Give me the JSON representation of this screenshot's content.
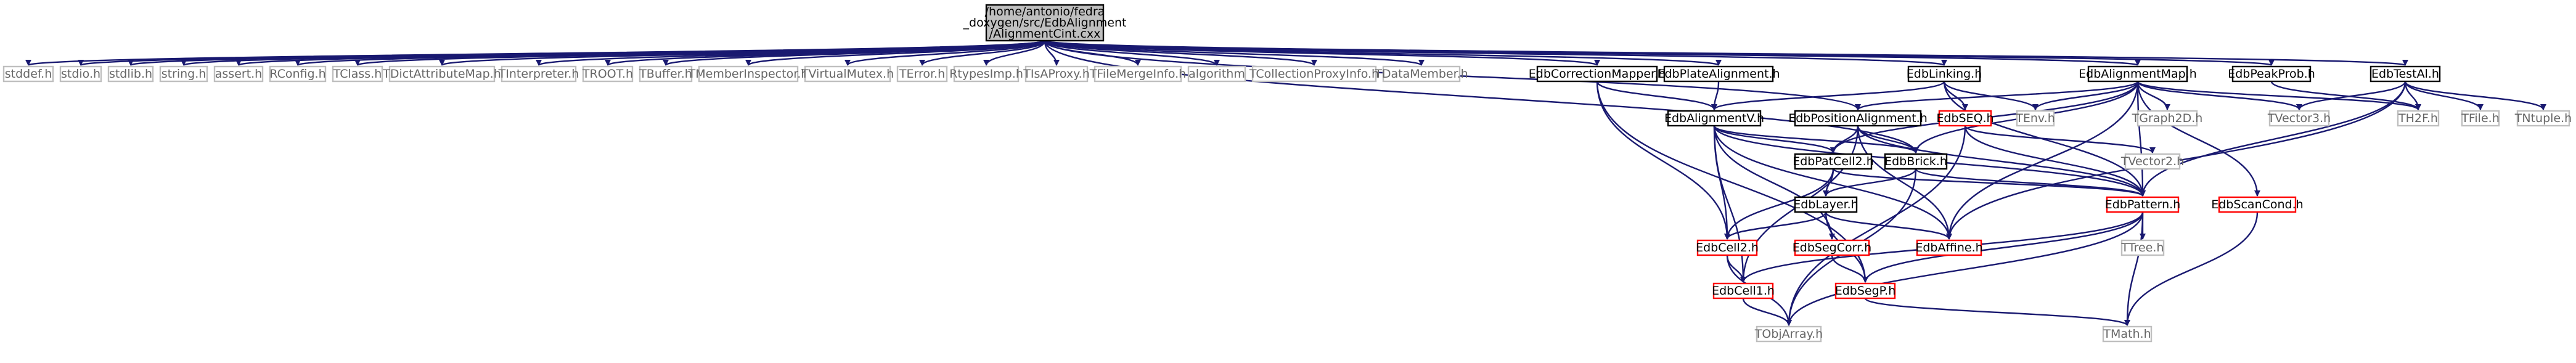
{
  "colors": {
    "edge": "#191970",
    "root_fill": "#bfbfbf",
    "root_border": "#000000",
    "node_fill": "#ffffff",
    "doc_border": "#000000",
    "ext_border": "#bfbfbf",
    "ext_text": "#666666",
    "truncated_border": "#ff0000",
    "text": "#000000"
  },
  "nodes": [
    {
      "id": "root",
      "kind": "root",
      "lines": [
        "/home/antonio/fedra",
        "_doxygen/src/EdbAlignment",
        "/AlignmentCint.cxx"
      ]
    },
    {
      "id": "stddef",
      "kind": "ext",
      "lines": [
        "stddef.h"
      ]
    },
    {
      "id": "stdio",
      "kind": "ext",
      "lines": [
        "stdio.h"
      ]
    },
    {
      "id": "stdlib",
      "kind": "ext",
      "lines": [
        "stdlib.h"
      ]
    },
    {
      "id": "string",
      "kind": "ext",
      "lines": [
        "string.h"
      ]
    },
    {
      "id": "assert",
      "kind": "ext",
      "lines": [
        "assert.h"
      ]
    },
    {
      "id": "RConfig",
      "kind": "ext",
      "lines": [
        "RConfig.h"
      ]
    },
    {
      "id": "TClass",
      "kind": "ext",
      "lines": [
        "TClass.h"
      ]
    },
    {
      "id": "TDictAttributeMap",
      "kind": "ext",
      "lines": [
        "TDictAttributeMap.h"
      ]
    },
    {
      "id": "TInterpreter",
      "kind": "ext",
      "lines": [
        "TInterpreter.h"
      ]
    },
    {
      "id": "TROOT",
      "kind": "ext",
      "lines": [
        "TROOT.h"
      ]
    },
    {
      "id": "TBuffer",
      "kind": "ext",
      "lines": [
        "TBuffer.h"
      ]
    },
    {
      "id": "TMemberInspector",
      "kind": "ext",
      "lines": [
        "TMemberInspector.h"
      ]
    },
    {
      "id": "TVirtualMutex",
      "kind": "ext",
      "lines": [
        "TVirtualMutex.h"
      ]
    },
    {
      "id": "TError",
      "kind": "ext",
      "lines": [
        "TError.h"
      ]
    },
    {
      "id": "RtypesImp",
      "kind": "ext",
      "lines": [
        "RtypesImp.h"
      ]
    },
    {
      "id": "TIsAProxy",
      "kind": "ext",
      "lines": [
        "TIsAProxy.h"
      ]
    },
    {
      "id": "TFileMergeInfo",
      "kind": "ext",
      "lines": [
        "TFileMergeInfo.h"
      ]
    },
    {
      "id": "algorithm",
      "kind": "ext",
      "lines": [
        "algorithm"
      ]
    },
    {
      "id": "TCollectionProxyInfo",
      "kind": "ext",
      "lines": [
        "TCollectionProxyInfo.h"
      ]
    },
    {
      "id": "TDataMember",
      "kind": "ext",
      "lines": [
        "TDataMember.h"
      ]
    },
    {
      "id": "EdbCorrectionMapper",
      "kind": "doc",
      "lines": [
        "EdbCorrectionMapper.h"
      ]
    },
    {
      "id": "EdbPlateAlignment",
      "kind": "doc",
      "lines": [
        "EdbPlateAlignment.h"
      ]
    },
    {
      "id": "EdbLinking",
      "kind": "doc",
      "lines": [
        "EdbLinking.h"
      ]
    },
    {
      "id": "EdbAlignmentMap",
      "kind": "doc",
      "lines": [
        "EdbAlignmentMap.h"
      ]
    },
    {
      "id": "EdbPeakProb",
      "kind": "doc",
      "lines": [
        "EdbPeakProb.h"
      ]
    },
    {
      "id": "EdbTestAl",
      "kind": "doc",
      "lines": [
        "EdbTestAl.h"
      ]
    },
    {
      "id": "EdbAlignmentV",
      "kind": "doc",
      "lines": [
        "EdbAlignmentV.h"
      ]
    },
    {
      "id": "EdbPositionAlignment",
      "kind": "doc",
      "lines": [
        "EdbPositionAlignment.h"
      ]
    },
    {
      "id": "EdbSEQ",
      "kind": "red",
      "lines": [
        "EdbSEQ.h"
      ]
    },
    {
      "id": "TEnv",
      "kind": "ext",
      "lines": [
        "TEnv.h"
      ]
    },
    {
      "id": "TGraph2D",
      "kind": "ext",
      "lines": [
        "TGraph2D.h"
      ]
    },
    {
      "id": "TVector3",
      "kind": "ext",
      "lines": [
        "TVector3.h"
      ]
    },
    {
      "id": "TH2F",
      "kind": "ext",
      "lines": [
        "TH2F.h"
      ]
    },
    {
      "id": "TFile",
      "kind": "ext",
      "lines": [
        "TFile.h"
      ]
    },
    {
      "id": "TNtuple",
      "kind": "ext",
      "lines": [
        "TNtuple.h"
      ]
    },
    {
      "id": "EdbPatCell2",
      "kind": "doc",
      "lines": [
        "EdbPatCell2.h"
      ]
    },
    {
      "id": "EdbBrick",
      "kind": "doc",
      "lines": [
        "EdbBrick.h"
      ]
    },
    {
      "id": "TVector2",
      "kind": "ext",
      "lines": [
        "TVector2.h"
      ]
    },
    {
      "id": "EdbLayer",
      "kind": "doc",
      "lines": [
        "EdbLayer.h"
      ]
    },
    {
      "id": "EdbPattern",
      "kind": "red",
      "lines": [
        "EdbPattern.h"
      ]
    },
    {
      "id": "EdbScanCond",
      "kind": "red",
      "lines": [
        "EdbScanCond.h"
      ]
    },
    {
      "id": "EdbCell2",
      "kind": "red",
      "lines": [
        "EdbCell2.h"
      ]
    },
    {
      "id": "EdbSegCorr",
      "kind": "red",
      "lines": [
        "EdbSegCorr.h"
      ]
    },
    {
      "id": "EdbAffine",
      "kind": "red",
      "lines": [
        "EdbAffine.h"
      ]
    },
    {
      "id": "TTree",
      "kind": "ext",
      "lines": [
        "TTree.h"
      ]
    },
    {
      "id": "EdbCell1",
      "kind": "red",
      "lines": [
        "EdbCell1.h"
      ]
    },
    {
      "id": "EdbSegP",
      "kind": "red",
      "lines": [
        "EdbSegP.h"
      ]
    },
    {
      "id": "TObjArray",
      "kind": "ext",
      "lines": [
        "TObjArray.h"
      ]
    },
    {
      "id": "TMath",
      "kind": "ext",
      "lines": [
        "TMath.h"
      ]
    }
  ],
  "edges": [
    [
      "root",
      "stddef"
    ],
    [
      "root",
      "stdio"
    ],
    [
      "root",
      "stdlib"
    ],
    [
      "root",
      "string"
    ],
    [
      "root",
      "assert"
    ],
    [
      "root",
      "RConfig"
    ],
    [
      "root",
      "TClass"
    ],
    [
      "root",
      "TDictAttributeMap"
    ],
    [
      "root",
      "TInterpreter"
    ],
    [
      "root",
      "TROOT"
    ],
    [
      "root",
      "TBuffer"
    ],
    [
      "root",
      "TMemberInspector"
    ],
    [
      "root",
      "TVirtualMutex"
    ],
    [
      "root",
      "TError"
    ],
    [
      "root",
      "RtypesImp"
    ],
    [
      "root",
      "TIsAProxy"
    ],
    [
      "root",
      "TFileMergeInfo"
    ],
    [
      "root",
      "algorithm"
    ],
    [
      "root",
      "TCollectionProxyInfo"
    ],
    [
      "root",
      "TDataMember"
    ],
    [
      "root",
      "EdbCorrectionMapper"
    ],
    [
      "root",
      "EdbPlateAlignment"
    ],
    [
      "root",
      "EdbLinking"
    ],
    [
      "root",
      "EdbAlignmentMap"
    ],
    [
      "root",
      "EdbPeakProb"
    ],
    [
      "root",
      "EdbTestAl"
    ],
    [
      "root",
      "EdbPositionAlignment"
    ],
    [
      "root",
      "EdbBrick"
    ],
    [
      "EdbCorrectionMapper",
      "EdbAlignmentV"
    ],
    [
      "EdbCorrectionMapper",
      "EdbCell2"
    ],
    [
      "EdbCorrectionMapper",
      "EdbSegP"
    ],
    [
      "EdbPlateAlignment",
      "EdbAlignmentV"
    ],
    [
      "EdbLinking",
      "EdbAlignmentV"
    ],
    [
      "EdbLinking",
      "EdbSEQ"
    ],
    [
      "EdbLinking",
      "TEnv"
    ],
    [
      "EdbLinking",
      "EdbPattern"
    ],
    [
      "EdbAlignmentMap",
      "EdbPositionAlignment"
    ],
    [
      "EdbAlignmentMap",
      "TEnv"
    ],
    [
      "EdbAlignmentMap",
      "TGraph2D"
    ],
    [
      "EdbAlignmentMap",
      "TVector3"
    ],
    [
      "EdbAlignmentMap",
      "TH2F"
    ],
    [
      "EdbAlignmentMap",
      "EdbBrick"
    ],
    [
      "EdbAlignmentMap",
      "EdbPattern"
    ],
    [
      "EdbAlignmentMap",
      "EdbAffine"
    ],
    [
      "EdbAlignmentMap",
      "EdbScanCond"
    ],
    [
      "EdbAlignmentMap",
      "EdbPatCell2"
    ],
    [
      "EdbPeakProb",
      "TH2F"
    ],
    [
      "EdbTestAl",
      "TVector3"
    ],
    [
      "EdbTestAl",
      "TH2F"
    ],
    [
      "EdbTestAl",
      "TFile"
    ],
    [
      "EdbTestAl",
      "TNtuple"
    ],
    [
      "EdbTestAl",
      "EdbPattern"
    ],
    [
      "EdbTestAl",
      "EdbAffine"
    ],
    [
      "EdbAlignmentV",
      "EdbPatCell2"
    ],
    [
      "EdbAlignmentV",
      "EdbBrick"
    ],
    [
      "EdbAlignmentV",
      "EdbPattern"
    ],
    [
      "EdbAlignmentV",
      "EdbCell2"
    ],
    [
      "EdbAlignmentV",
      "EdbSegCorr"
    ],
    [
      "EdbAlignmentV",
      "EdbAffine"
    ],
    [
      "EdbAlignmentV",
      "EdbCell1"
    ],
    [
      "EdbPositionAlignment",
      "EdbPatCell2"
    ],
    [
      "EdbPositionAlignment",
      "EdbBrick"
    ],
    [
      "EdbPositionAlignment",
      "EdbPattern"
    ],
    [
      "EdbPositionAlignment",
      "EdbCell1"
    ],
    [
      "EdbPositionAlignment",
      "EdbAffine"
    ],
    [
      "EdbSEQ",
      "TVector2"
    ],
    [
      "EdbSEQ",
      "EdbPattern"
    ],
    [
      "EdbSEQ",
      "TObjArray"
    ],
    [
      "EdbPatCell2",
      "EdbLayer"
    ],
    [
      "EdbPatCell2",
      "EdbPattern"
    ],
    [
      "EdbPatCell2",
      "EdbCell2"
    ],
    [
      "EdbBrick",
      "EdbLayer"
    ],
    [
      "EdbBrick",
      "EdbPattern"
    ],
    [
      "EdbBrick",
      "TObjArray"
    ],
    [
      "EdbLayer",
      "EdbCell2"
    ],
    [
      "EdbLayer",
      "EdbSegCorr"
    ],
    [
      "EdbLayer",
      "EdbAffine"
    ],
    [
      "EdbLayer",
      "EdbSegP"
    ],
    [
      "EdbPattern",
      "TTree"
    ],
    [
      "EdbPattern",
      "EdbSegP"
    ],
    [
      "EdbPattern",
      "TMath"
    ],
    [
      "EdbPattern",
      "EdbCell1"
    ],
    [
      "EdbPattern",
      "TObjArray"
    ],
    [
      "EdbScanCond",
      "TMath"
    ],
    [
      "EdbCell2",
      "EdbCell1"
    ],
    [
      "EdbCell2",
      "TObjArray"
    ],
    [
      "EdbSegCorr",
      "EdbSegP"
    ],
    [
      "EdbCell1",
      "TObjArray"
    ],
    [
      "EdbSegP",
      "TMath"
    ]
  ]
}
